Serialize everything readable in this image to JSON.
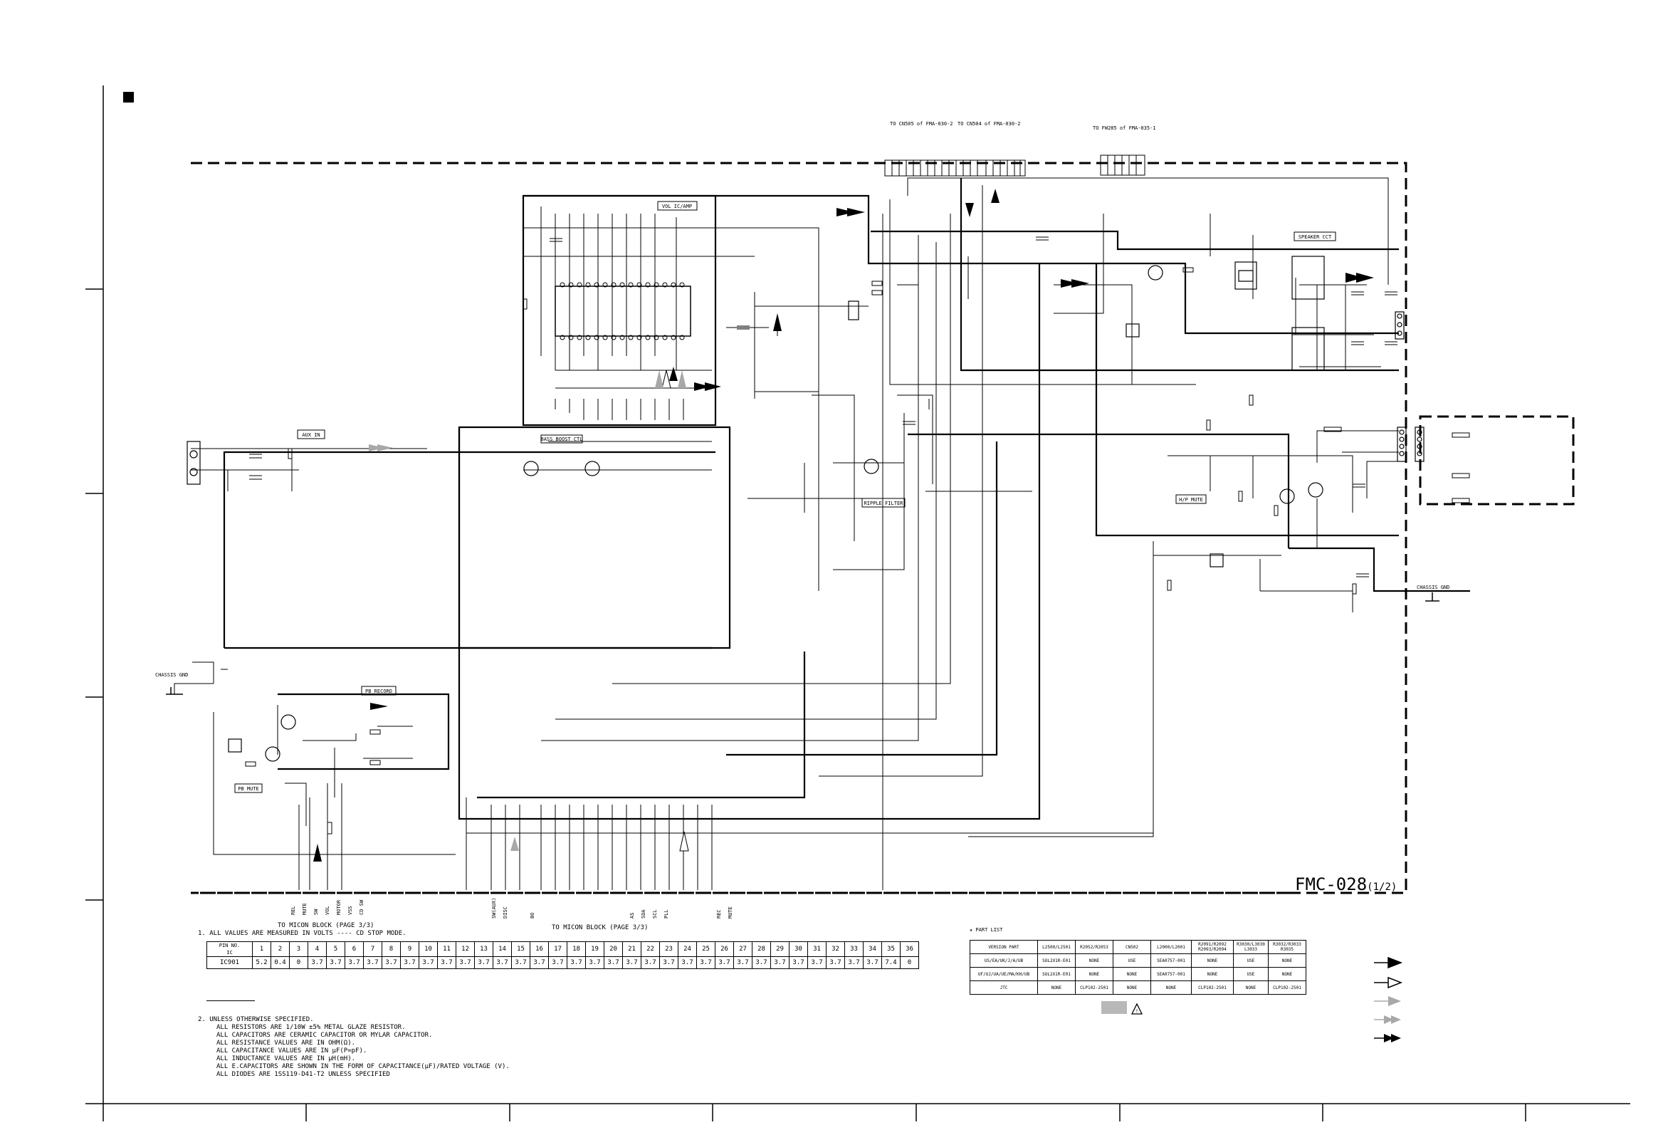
{
  "title_marker": "■",
  "board_label": "FMC-028",
  "board_sub": "(1/2)",
  "blocks": {
    "vol_ic": "VOL IC/AMP",
    "speaker_cct": "SPEAKER CCT",
    "aux_in": "AUX IN",
    "bass_boost": "BASS BOOST CTL",
    "ripple_filter": "RIPPLE FILTER",
    "hp_mute": "H/P MUTE",
    "pb_record": "PB RECORD",
    "pb_mute": "PB MUTE",
    "chassis_gnd_left": "CHASSIS GND",
    "chassis_gnd_right": "CHASSIS GND"
  },
  "connectors": {
    "top1": "TO CN505 of FMA-030-2",
    "top2": "TO CN504 of FMA-030-2",
    "top3": "TO FW285 of FMA-035-1"
  },
  "to_micon_left": "TO MICON BLOCK (PAGE 3/3)",
  "to_micon_right": "TO MICON BLOCK (PAGE 3/3)",
  "notes": {
    "n1": "1. ALL VALUES ARE MEASURED IN VOLTS ---- CD STOP MODE.",
    "n2": "2. UNLESS OTHERWISE SPECIFIED.",
    "lines": [
      "ALL RESISTORS ARE 1/10W ±5% METAL GLAZE RESISTOR.",
      "ALL CAPACITORS ARE CERAMIC CAPACITOR OR MYLAR CAPACITOR.",
      "ALL RESISTANCE VALUES ARE IN OHM(Ω).",
      "ALL CAPACITANCE VALUES ARE IN µF(P=pF).",
      "ALL INDUCTANCE VALUES ARE IN µH(mH).",
      "ALL E.CAPACITORS ARE SHOWN IN THE FORM OF CAPACITANCE(µF)/RATED VOLTAGE (V).",
      "ALL DIODES ARE 1SS119-D41-T2 UNLESS SPECIFIED"
    ]
  },
  "voltage_table": {
    "corner_top": "PIN NO.",
    "corner_bottom": "IC",
    "ic": "IC901",
    "pins": [
      "1",
      "2",
      "3",
      "4",
      "5",
      "6",
      "7",
      "8",
      "9",
      "10",
      "11",
      "12",
      "13",
      "14",
      "15",
      "16",
      "17",
      "18",
      "19",
      "20",
      "21",
      "22",
      "23",
      "24",
      "25",
      "26",
      "27",
      "28",
      "29",
      "30",
      "31",
      "32",
      "33",
      "34",
      "35",
      "36"
    ],
    "values": [
      "5.2",
      "0.4",
      "0",
      "3.7",
      "3.7",
      "3.7",
      "3.7",
      "3.7",
      "3.7",
      "3.7",
      "3.7",
      "3.7",
      "3.7",
      "3.7",
      "3.7",
      "3.7",
      "3.7",
      "3.7",
      "3.7",
      "3.7",
      "3.7",
      "3.7",
      "3.7",
      "3.7",
      "3.7",
      "3.7",
      "3.7",
      "3.7",
      "3.7",
      "3.7",
      "3.7",
      "3.7",
      "3.7",
      "3.7",
      "7.4",
      "0"
    ]
  },
  "parts_list": {
    "label": "★ PART LIST",
    "header": [
      "VERSION  PART",
      "L2500/L2501",
      "R2052/R2053",
      "CN502",
      "L2000/L2001",
      "R2091/R2092 R2093/R2094",
      "R3030/L3030 L3033",
      "R3032/R3033 R3035"
    ],
    "rows": [
      [
        "US/EA/UK/J/A/UB",
        "SOL2X1R-E01",
        "NONE",
        "USE",
        "SEA0757-001",
        "NONE",
        "USE",
        "NONE"
      ],
      [
        "UF/UJ/UA/UE/MA/KH/UB",
        "SOL2X1R-E01",
        "NONE",
        "NONE",
        "SEA0757-001",
        "NONE",
        "USE",
        "NONE"
      ],
      [
        "JTC",
        "NONE",
        "CLP102-2501",
        "NONE",
        "NONE",
        "CLP102-2501",
        "NONE",
        "CLP102-2501"
      ]
    ]
  },
  "bottom_pins_left": [
    "REL",
    "MUTE",
    "SW",
    "VOL",
    "MOTOR",
    "VSS",
    "CD SW"
  ],
  "bottom_pins_right": [
    "SW(AUX)",
    "DISC",
    "BO",
    "AS",
    "SDA",
    "SCL",
    "PLL",
    "REC",
    "MUTE"
  ],
  "colors": {
    "line": "#000000",
    "gray_arrow": "#a8a8a8",
    "shaded": "#b8b8b8"
  }
}
